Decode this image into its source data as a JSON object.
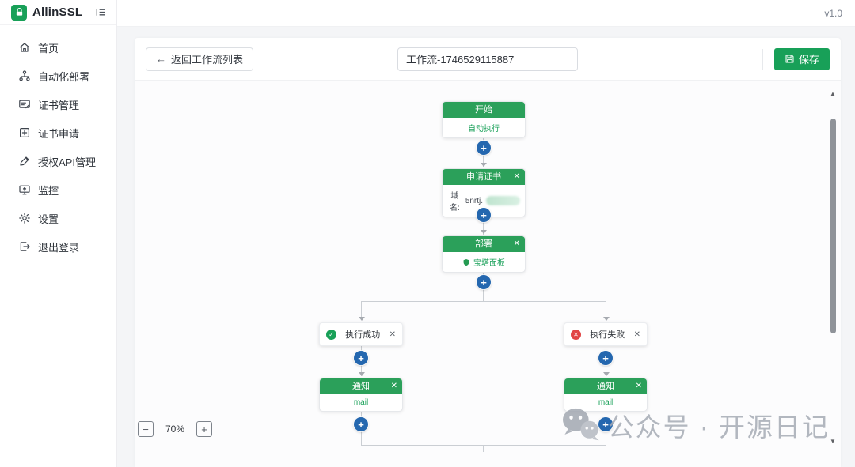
{
  "app": {
    "brand": "AllinSSL",
    "version": "v1.0"
  },
  "icons": {
    "back_arrow": "←",
    "plus": "+",
    "close": "✕",
    "check": "✓",
    "fail_cross": "✕",
    "minus": "−",
    "zoom_plus": "+",
    "scroll_up": "▲",
    "scroll_down": "▼"
  },
  "sidebar": {
    "items": [
      {
        "label": "首页"
      },
      {
        "label": "自动化部署"
      },
      {
        "label": "证书管理"
      },
      {
        "label": "证书申请"
      },
      {
        "label": "授权API管理"
      },
      {
        "label": "监控"
      },
      {
        "label": "设置"
      },
      {
        "label": "退出登录"
      }
    ]
  },
  "toolbar": {
    "back_label": "返回工作流列表",
    "workflow_name": "工作流-1746529115887",
    "save_label": "保存"
  },
  "canvas": {
    "zoom_level": "70%",
    "nodes": {
      "start": {
        "title": "开始",
        "subtitle": "自动执行"
      },
      "apply_cert": {
        "title": "申请证书",
        "field_label": "域名:",
        "field_value": "5nrtj."
      },
      "deploy": {
        "title": "部署",
        "target": "宝塔面板"
      },
      "on_success": {
        "label": "执行成功"
      },
      "on_fail": {
        "label": "执行失败"
      },
      "notify_success": {
        "title": "通知",
        "channel": "mail"
      },
      "notify_fail": {
        "title": "通知",
        "channel": "mail"
      }
    }
  },
  "watermark": {
    "text": "公众号 · 开源日记"
  },
  "colors": {
    "primary_green": "#18a058",
    "node_header_green": "#2ba05a",
    "plus_blue": "#2467af",
    "fail_red": "#e14444",
    "connector_gray": "#caced3"
  }
}
